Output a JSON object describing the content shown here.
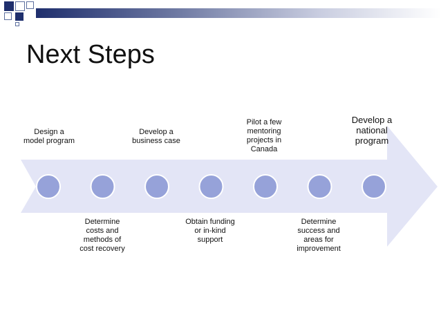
{
  "slide": {
    "title": "Next Steps",
    "accent_color": "#1f2f6d"
  },
  "timeline": {
    "arrow_color": "#e3e5f6",
    "milestone_color": "#96a2d9",
    "milestones": [
      {
        "label": "Design a model program",
        "side": "above"
      },
      {
        "label": "Determine costs and methods of cost recovery",
        "side": "below"
      },
      {
        "label": "Develop a business case",
        "side": "above"
      },
      {
        "label": "Obtain funding or in-kind support",
        "side": "below"
      },
      {
        "label": "Pilot a few mentoring projects in Canada",
        "side": "above"
      },
      {
        "label": "Determine success and areas for improvement",
        "side": "below"
      },
      {
        "label": "Develop a national program",
        "side": "above"
      }
    ]
  }
}
